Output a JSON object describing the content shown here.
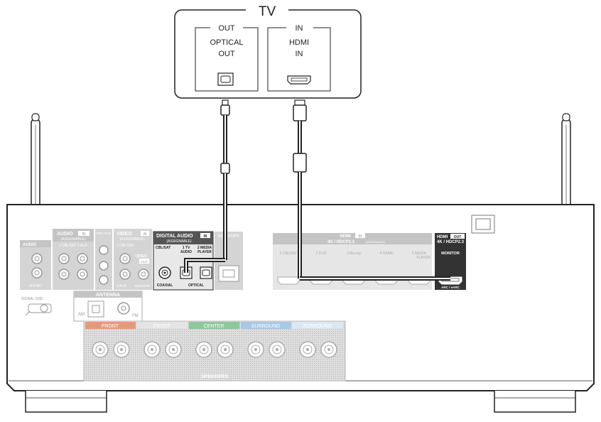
{
  "tv": {
    "title": "TV",
    "out_label": "OUT",
    "optical_line1": "OPTICAL",
    "optical_line2": "OUT",
    "in_label": "IN",
    "hdmi_line1": "HDMI",
    "hdmi_line2": "IN"
  },
  "receiver": {
    "audio_in": "AUDIO",
    "audio_in_badge": "IN",
    "audio_assignable": "(ASSIGNABLE)",
    "audio_inputs": "1 CBL/SAT   2 AUX",
    "pre_out": "PRE OUT",
    "phono": "PHONO",
    "signal_gnd": "SIGNAL GND",
    "video": "VIDEO",
    "video_badge": "IN",
    "video_assignable": "(ASSIGNABLE)",
    "video_cbl": "1 CBL/SAT",
    "video_aux": "2 AUX",
    "video_out": "VIDEO",
    "video_out_badge": "OUT",
    "monitor_small": "MONITOR",
    "digital_audio": "DIGITAL AUDIO",
    "digital_badge": "IN",
    "digital_assignable": "(ASSIGNABLE)",
    "digital_cbl": "CBL/SAT",
    "digital_tv": "1  TV",
    "digital_tv2": "AUDIO",
    "digital_media": "2  MEDIA",
    "digital_media2": "PLAYER",
    "coaxial": "COAXIAL",
    "optical": "OPTICAL",
    "network": "NETWORK",
    "hdmi_in": "HDMI",
    "hdmi_in_badge": "IN",
    "hdmi_in_sub": "4K / HDCP2.3",
    "hdmi_assignable": "(ASSIGNABLE)",
    "hdmi_ports": [
      "1  CBL/SAT",
      "2  DVD",
      "3  Blu-ray",
      "4  GAME",
      "5  MEDIA"
    ],
    "hdmi_port5_line2": "PLAYER",
    "hdmi_out": "HDMI",
    "hdmi_out_badge": "OUT",
    "hdmi_out_sub": "4K / HDCP2.3",
    "monitor": "MONITOR",
    "arc": "ARC / eARC",
    "antenna": "ANTENNA",
    "am": "AM",
    "fm": "FM",
    "speaker_groups": [
      "FRONT",
      "FRONT",
      "CENTER",
      "SURROUND",
      "SURROUND"
    ],
    "speakers": "SPEAKERS"
  },
  "colors": {
    "line": "#222222",
    "panel_gray": "#c8c8c8",
    "digital_bg": "#555555",
    "monitor_bg": "#333333",
    "front": "#e8987a",
    "center": "#8cc89a",
    "surround": "#a8c8e8"
  }
}
